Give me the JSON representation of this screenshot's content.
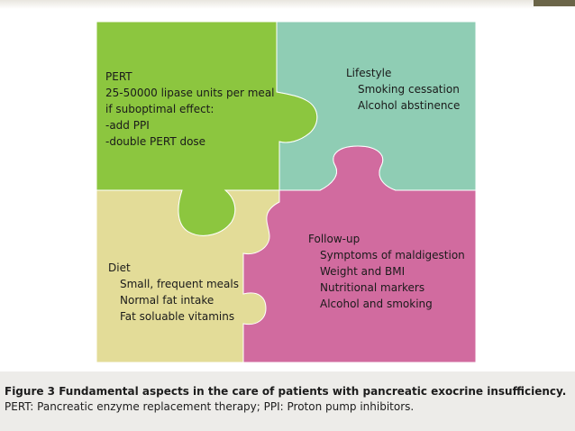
{
  "pieces": {
    "pert": {
      "lines": [
        "PERT",
        "25-50000 lipase units per meal",
        "if suboptimal effect:",
        "-add PPI",
        "-double PERT dose"
      ],
      "color": "#8cc63f"
    },
    "lifestyle": {
      "heading": "Lifestyle",
      "items": [
        "Smoking cessation",
        "Alcohol abstinence"
      ],
      "color": "#8fcdb4"
    },
    "diet": {
      "heading": "Diet",
      "items": [
        "Small, frequent meals",
        "Normal fat intake",
        "Fat soluable vitamins"
      ],
      "color": "#e3dc98"
    },
    "followup": {
      "heading": "Follow-up",
      "items": [
        "Symptoms of maldigestion",
        "Weight and BMI",
        "Nutritional markers",
        "Alcohol and smoking"
      ],
      "color": "#d16b9f"
    }
  },
  "caption": {
    "bold": "Figure 3 Fundamental aspects in the care of patients with pancreatic exocrine insufficiency.",
    "rest": "PERT: Pancreatic enzyme replacement therapy; PPI: Proton pump inhibitors."
  }
}
